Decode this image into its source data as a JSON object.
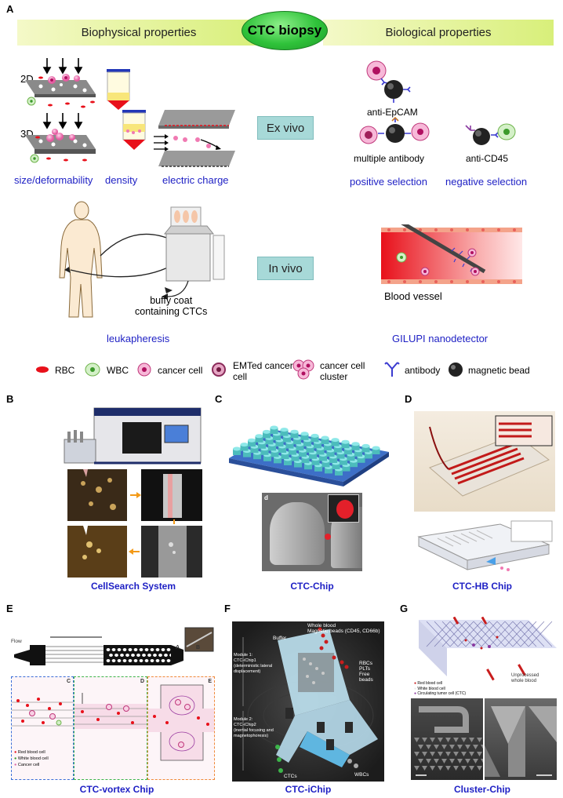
{
  "panel_a": {
    "label": "A",
    "title": "CTC biopsy",
    "left_banner": "Biophysical properties",
    "right_banner": "Biological properties",
    "dim_2d": "2D",
    "dim_3d": "3D",
    "methods_physical": [
      "size/deformability",
      "density",
      "electric  charge"
    ],
    "methods_biological": [
      "positive selection",
      "negative selection"
    ],
    "antibodies": [
      "anti-EpCAM",
      "multiple antibody",
      "anti-CD45"
    ],
    "modes": [
      "Ex vivo",
      "In vivo"
    ],
    "buffy_coat": "buffy coat\ncontaining CTCs",
    "blood_vessel": "Blood vessel",
    "invivo_methods": [
      "leukapheresis",
      "GILUPI nanodetector"
    ],
    "legend": [
      "RBC",
      "WBC",
      "cancer cell",
      "EMTed cancer\ncell",
      "cancer cell\ncluster",
      "antibody",
      "magnetic bead"
    ]
  },
  "panel_b": {
    "label": "B",
    "caption": "CellSearch System"
  },
  "panel_c": {
    "label": "C",
    "caption": "CTC-Chip",
    "sub_label": "d"
  },
  "panel_d": {
    "label": "D",
    "caption": "CTC-HB Chip"
  },
  "panel_e": {
    "label": "E",
    "caption": "CTC-vortex Chip",
    "flow": "Flow",
    "sub_labels": [
      "A",
      "B",
      "C",
      "D",
      "E"
    ],
    "legend": [
      "Red blood cell",
      "White blood cell",
      "Cancer cell"
    ]
  },
  "panel_f": {
    "label": "F",
    "caption": "CTC-iChip",
    "input": "Whole blood\nMagnetic beads (CD45, CD66b)",
    "buffer": "Buffer",
    "module1": "Module 1:\nCTC-iChip1\n(deterministic lateral\ndisplacement)",
    "module2": "Module 2:\nCTC-iChip2\n(inertial focusing and\nmagnetophoresis)",
    "waste": "RBCs\nPLTs\nFree beads",
    "out_ctc": "CTCs",
    "out_wbc": "WBCs"
  },
  "panel_g": {
    "label": "G",
    "caption": "Cluster-Chip",
    "unprocessed": "Unprocessed\nwhole blood",
    "legend": [
      "Red blood cell",
      "White blood cell",
      "Circulating tumor cell (CTC)"
    ]
  },
  "colors": {
    "banner": "#d8ef7a",
    "title_oval": "#2fc23a",
    "mode_box": "#a7d9d8",
    "caption_blue": "#1d1fc4",
    "rbc": "#e8101a",
    "cancer_cell": "#f07ab2",
    "chip_cyan": "#63d6d6",
    "chip_blue": "#3d6fc7"
  }
}
